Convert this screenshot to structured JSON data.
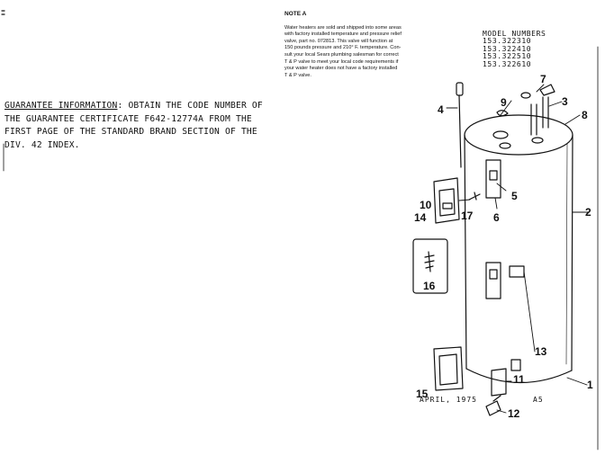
{
  "guarantee": {
    "lines": [
      "GUARANTEE INFORMATION:  OBTAIN THE CODE NUMBER OF",
      "THE GUARANTEE CERTIFICATE F642-12774A FROM THE",
      "FIRST PAGE OF THE STANDARD BRAND SECTION OF THE",
      "DIV. 42 INDEX."
    ],
    "heading": "GUARANTEE INFORMATION"
  },
  "note": {
    "title": "NOTE A",
    "lines": [
      "Water heaters are sold and shipped into some areas",
      "with factory installed temperature and pressure relief",
      "valve, part no. 072813.  This valve will function at",
      "150 pounds pressure and 210° F. temperature.  Con-",
      "sult your local Sears plumbing salesman for correct",
      "T & P valve to meet your local code requirements if",
      "your water heater does not have a factory installed",
      "T & P valve."
    ]
  },
  "models": {
    "heading": "MODEL NUMBERS",
    "numbers": [
      "153.322310",
      "153.322410",
      "153.322510",
      "153.322610"
    ]
  },
  "footer": {
    "date": "APRIL, 1975",
    "code": "A5"
  },
  "callouts": {
    "c1": "1",
    "c2": "2",
    "c3": "3",
    "c4": "4",
    "c5": "5",
    "c6": "6",
    "c7": "7",
    "c8": "8",
    "c9": "9",
    "c10": "10",
    "c11": "11",
    "c12": "12",
    "c13": "13",
    "c14": "14",
    "c15": "15",
    "c16": "16",
    "c17": "17"
  }
}
